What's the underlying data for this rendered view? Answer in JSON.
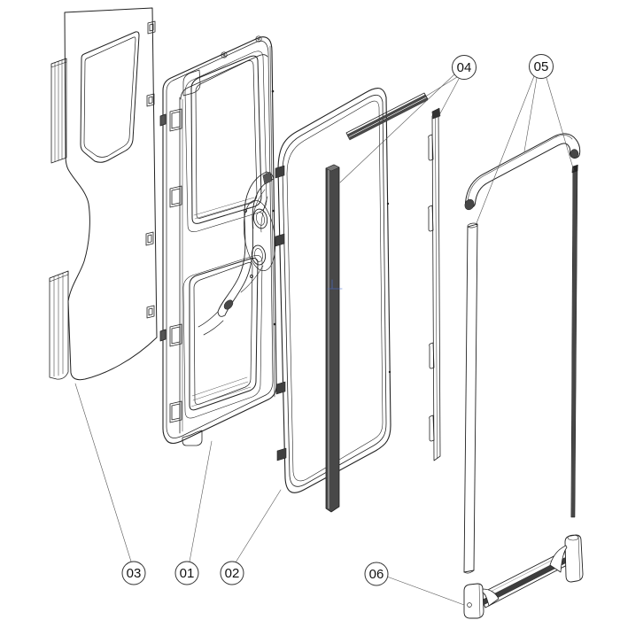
{
  "figure": {
    "kind": "exploded-parts-diagram",
    "background": "#ffffff",
    "ink": "#222222",
    "dark_fill": "#474747",
    "watermark_color": "#4a6fd4"
  },
  "callouts": [
    {
      "label": "01"
    },
    {
      "label": "02"
    },
    {
      "label": "03"
    },
    {
      "label": "04"
    },
    {
      "label": "05"
    },
    {
      "label": "06"
    }
  ]
}
